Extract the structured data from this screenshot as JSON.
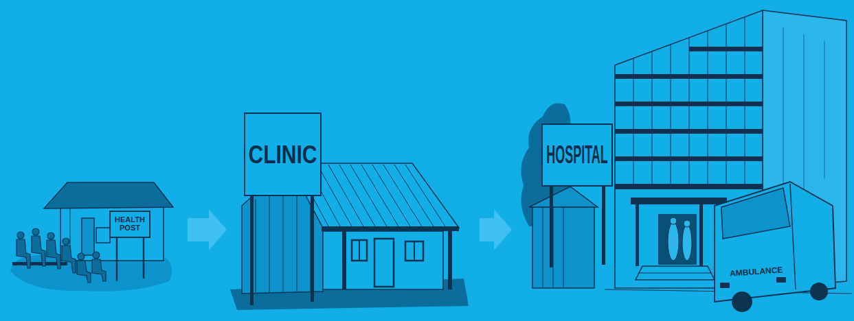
{
  "diagram": {
    "nodes": [
      {
        "text": [
          "HEALTH POST"
        ]
      },
      {
        "text": [
          "CLINIC"
        ]
      },
      {
        "text": [
          "HOSPITAL"
        ]
      }
    ],
    "edges": [
      {
        "from": 0,
        "to": 1,
        "arrow": "to"
      },
      {
        "from": 1,
        "to": 2,
        "arrow": "to"
      }
    ],
    "labels": [
      "AMBULANCE"
    ]
  }
}
